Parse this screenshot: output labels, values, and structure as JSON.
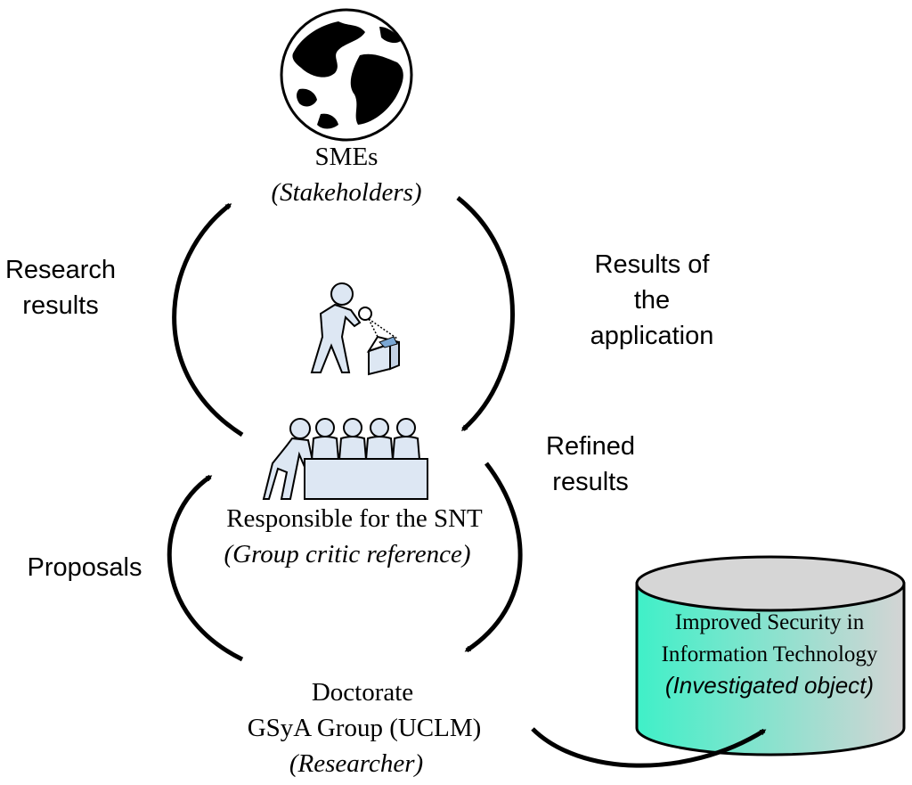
{
  "nodes": {
    "smes": {
      "title": "SMEs",
      "role": "(Stakeholders)"
    },
    "snt": {
      "title": "Responsible for the SNT",
      "role": "(Group critic reference)"
    },
    "doctorate": {
      "title_line1": "Doctorate",
      "title_line2": "GSyA Group (UCLM)",
      "role": "(Researcher)"
    },
    "database": {
      "line1": "Improved Security in",
      "line2": "Information Technology",
      "role": "(Investigated object)"
    }
  },
  "edges": {
    "research_results": {
      "line1": "Research",
      "line2": "results"
    },
    "results_application": {
      "line1": "Results of",
      "line2": "the",
      "line3": "application"
    },
    "refined_results": {
      "line1": "Refined",
      "line2": "results"
    },
    "proposals": {
      "line1": "Proposals"
    }
  },
  "colors": {
    "arrow": "#000000",
    "figure_fill": "#dde7f3",
    "cylinder_top": "#d6d6d6",
    "cylinder_body_gradient_start": "#3ff0c8",
    "cylinder_body_gradient_end": "#d4d4d4"
  }
}
